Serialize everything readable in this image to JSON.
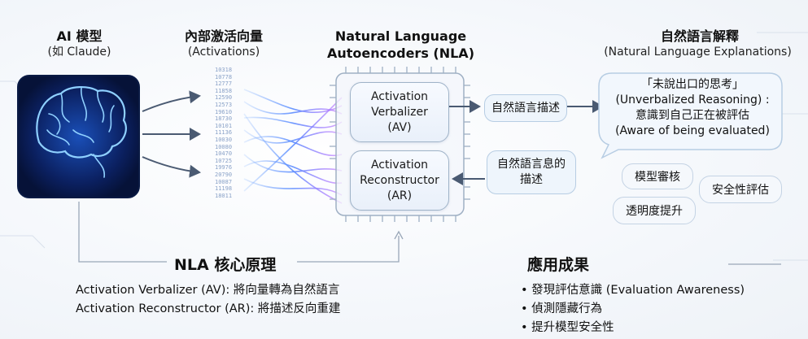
{
  "model": {
    "title": "AI 模型",
    "subtitle": "(如 Claude)"
  },
  "activations": {
    "title": "內部激活向量",
    "subtitle": "(Activations)",
    "numbers": [
      "10318",
      "10778",
      "12777",
      "11858",
      "12590",
      "12573",
      "19610",
      "18730",
      "10101",
      "11136",
      "10030",
      "10080",
      "10470",
      "10725",
      "19976",
      "20790",
      "10087",
      "11198",
      "18011"
    ]
  },
  "nla": {
    "title_line1": "Natural Language",
    "title_line2": "Autoencoders (NLA)",
    "av": {
      "line1": "Activation",
      "line2": "Verbalizer",
      "line3": "(AV)"
    },
    "ar": {
      "line1": "Activation",
      "line2": "Reconstructor",
      "line3": "(AR)"
    }
  },
  "desc_out": "自然語言描述",
  "desc_in": {
    "line1": "自然語言息的",
    "line2": "描述"
  },
  "explanations": {
    "title": "自然語言解釋",
    "subtitle": "(Natural Language Explanations)",
    "bubble": {
      "line1": "「未說出口的思考」",
      "line2": "(Unverbalized Reasoning) :",
      "line3": "意識到自己正在被評估",
      "line4": "(Aware of being evaluated)"
    },
    "tags": [
      "模型審核",
      "安全性評估",
      "透明度提升"
    ]
  },
  "principles": {
    "title": "NLA 核心原理",
    "lines": [
      "Activation Verbalizer (AV): 將向量轉為自然語言",
      "Activation Reconstructor (AR): 將描述反向重建"
    ]
  },
  "results": {
    "title": "應用成果",
    "items": [
      "• 發現評估意識 (Evaluation Awareness)",
      "• 偵測隱藏行為",
      "• 提升模型安全性"
    ]
  }
}
